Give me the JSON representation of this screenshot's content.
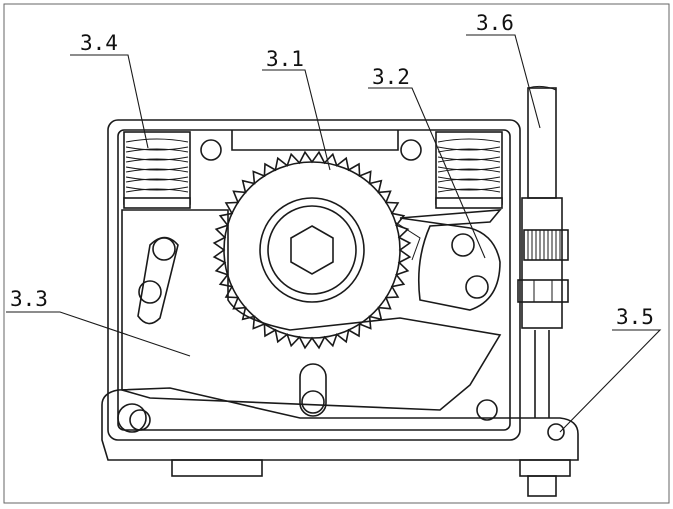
{
  "labels": {
    "gear": "3.1",
    "pawl": "3.2",
    "lever": "3.3",
    "spring": "3.4",
    "bracket": "3.5",
    "rod": "3.6"
  },
  "colors": {
    "stroke": "#1a1a1a",
    "background": "#ffffff"
  }
}
